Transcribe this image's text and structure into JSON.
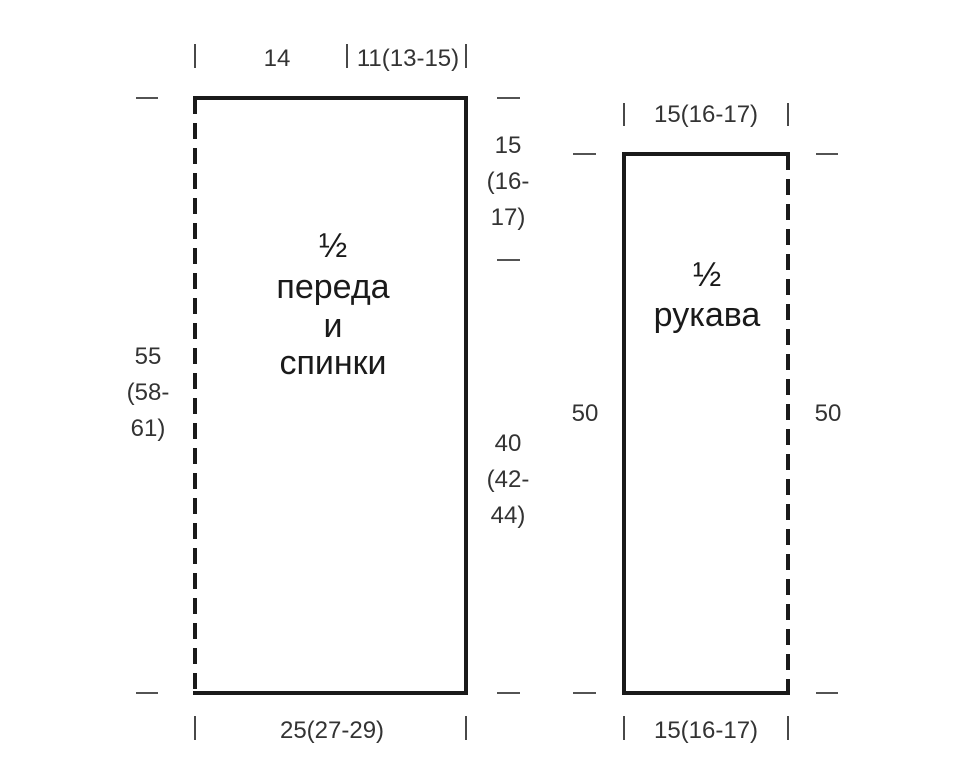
{
  "body_panel": {
    "label": [
      "½",
      "переда",
      "и",
      "спинки"
    ],
    "top_dims": {
      "neck": "14",
      "shoulder": "11(13-15)"
    },
    "bottom_dim": "25(27-29)",
    "left_height": [
      "55",
      "(58-",
      "61)"
    ],
    "right_upper": [
      "15",
      "(16-",
      "17)"
    ],
    "right_lower": [
      "40",
      "(42-",
      "44)"
    ]
  },
  "sleeve_panel": {
    "label": [
      "½",
      "рукава"
    ],
    "top_dim": "15(16-17)",
    "bottom_dim": "15(16-17)",
    "left_height": "50",
    "right_height": "50"
  }
}
